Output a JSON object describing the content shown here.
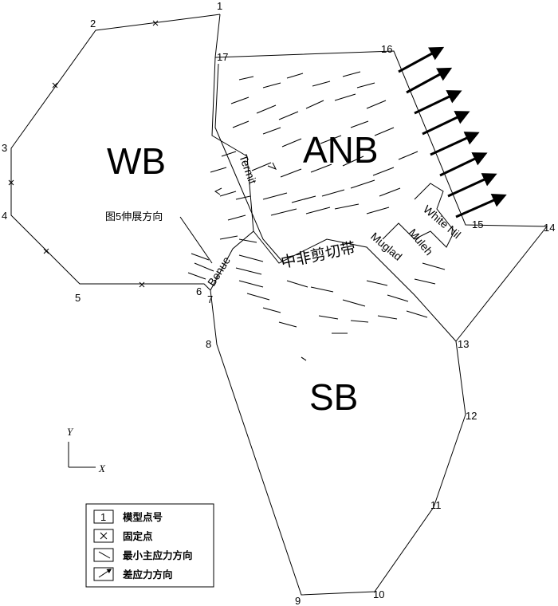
{
  "regions": {
    "wb": "WB",
    "anb": "ANB",
    "sb": "SB"
  },
  "basins": {
    "termit": "Termit",
    "benue": "Benue",
    "white_nil": "White Nil",
    "muleh": "Muleh",
    "muglad": "Muglad"
  },
  "labels": {
    "shear_zone": "中非剪切带",
    "extension_dir": "图5伸展方向"
  },
  "axes": {
    "y": "Y",
    "x": "X"
  },
  "node_numbers": [
    "1",
    "2",
    "3",
    "4",
    "5",
    "6",
    "7",
    "8",
    "9",
    "10",
    "11",
    "12",
    "13",
    "14",
    "15",
    "16",
    "17"
  ],
  "legend": {
    "item1_symbol": "1",
    "item1": "模型点号",
    "item2": "固定点",
    "item3": "最小主应力方向",
    "item4": "差应力方向"
  }
}
